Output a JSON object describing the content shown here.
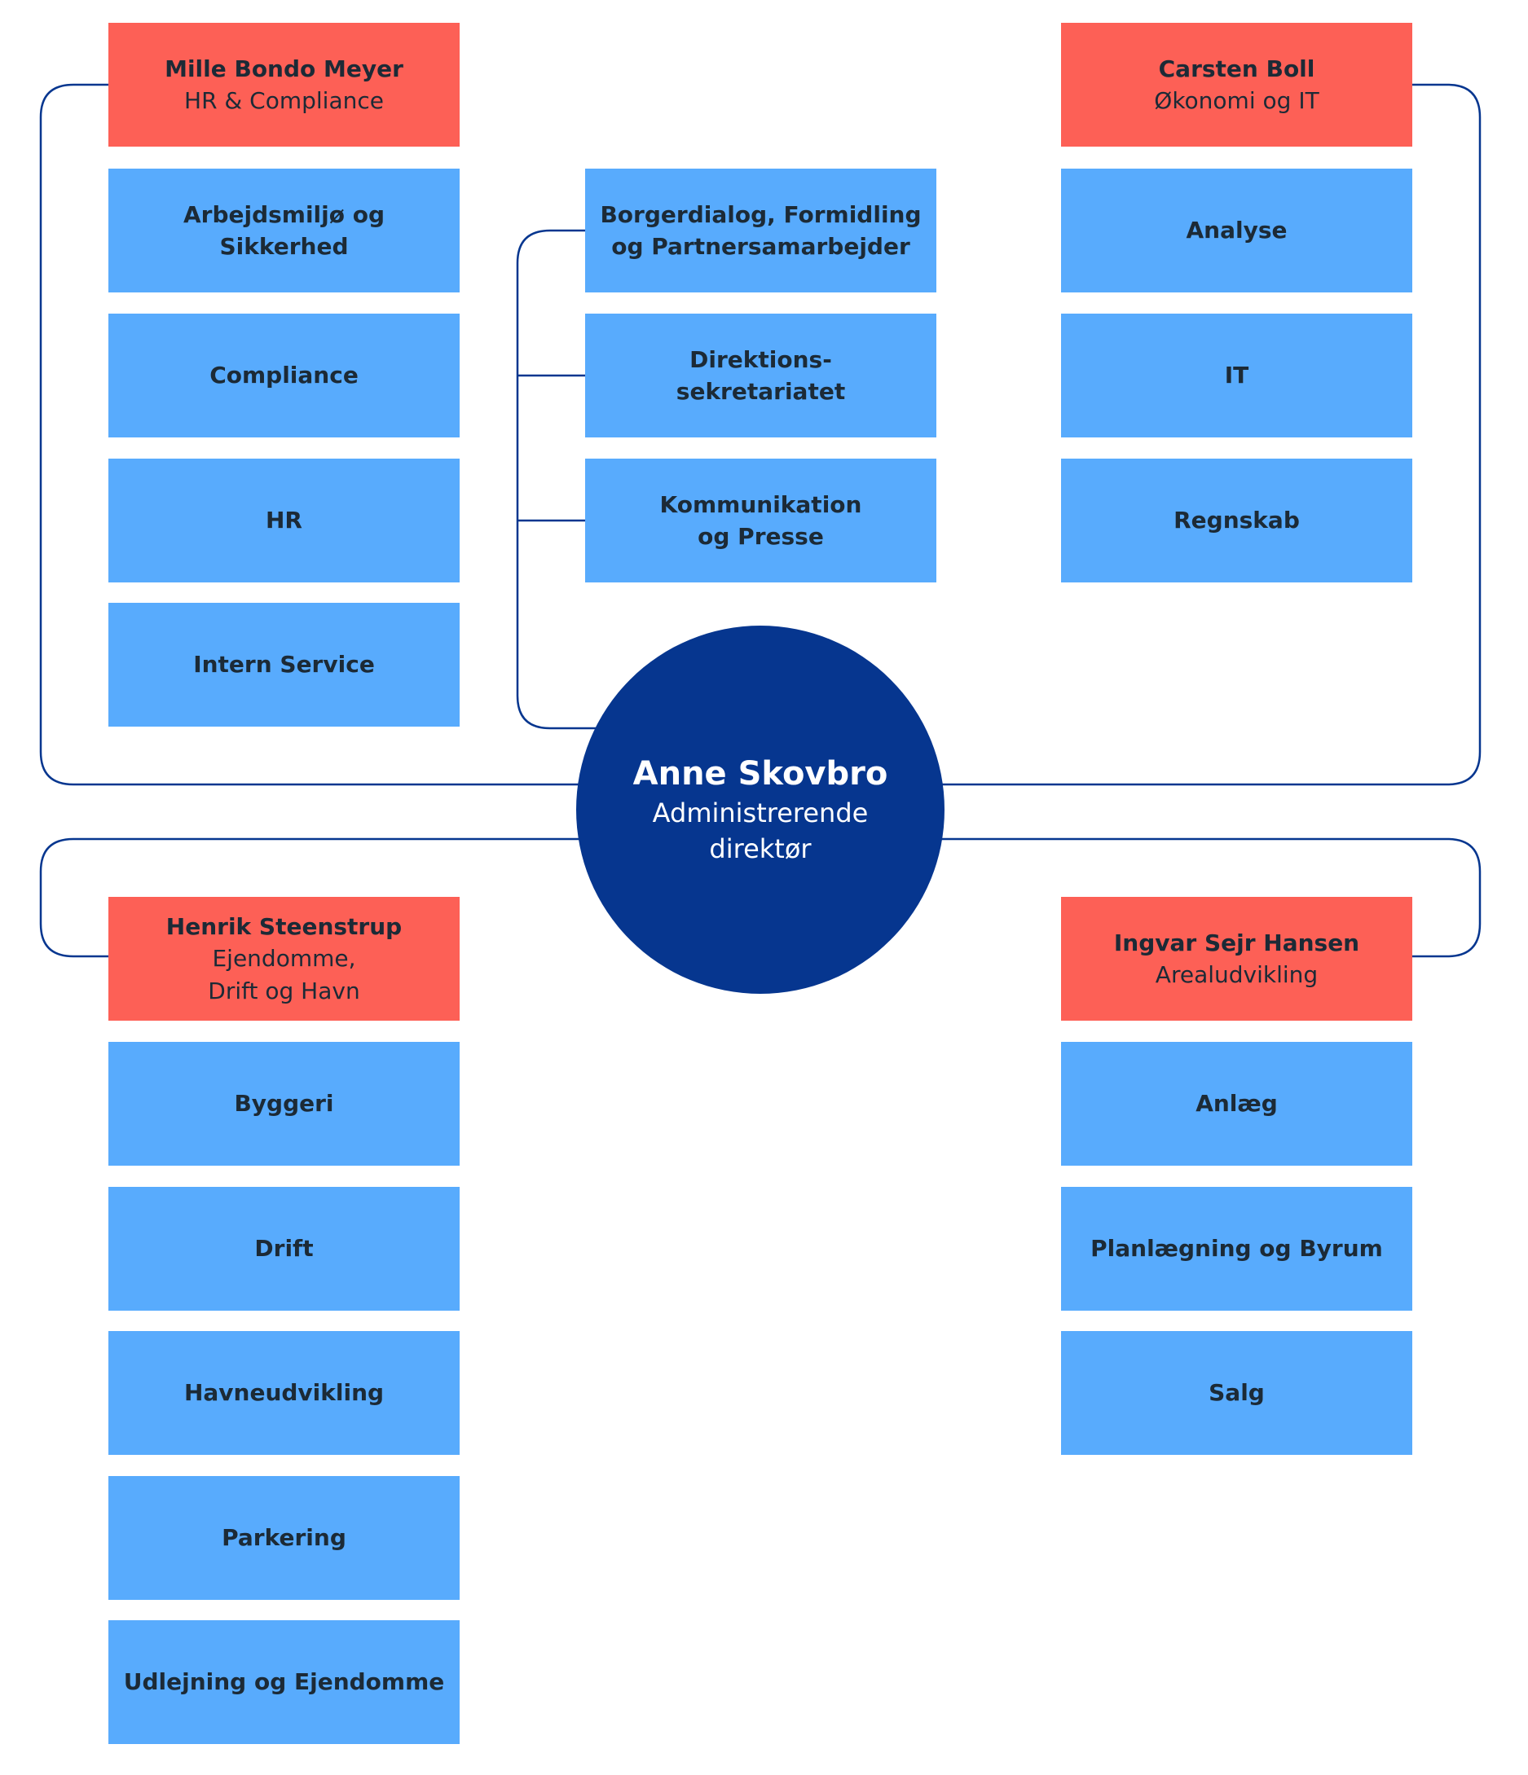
{
  "ceo": {
    "name": "Anne Skovbro",
    "role_line1": "Administrerende",
    "role_line2": "direktør"
  },
  "divisions": {
    "top_left": {
      "head_name": "Mille Bondo Meyer",
      "head_role": [
        "HR & Compliance"
      ],
      "units": [
        [
          "Arbejdsmiljø og",
          "Sikkerhed"
        ],
        [
          "Compliance"
        ],
        [
          "HR"
        ],
        [
          "Intern Service"
        ]
      ]
    },
    "center": {
      "units": [
        [
          "Borgerdialog, Formidling",
          "og Partnersamarbejder"
        ],
        [
          "Direktions-",
          "sekretariatet"
        ],
        [
          "Kommunikation",
          "og Presse"
        ]
      ]
    },
    "top_right": {
      "head_name": "Carsten Boll",
      "head_role": [
        "Økonomi og IT"
      ],
      "units": [
        [
          "Analyse"
        ],
        [
          "IT"
        ],
        [
          "Regnskab"
        ]
      ]
    },
    "bottom_left": {
      "head_name": "Henrik Steenstrup",
      "head_role": [
        "Ejendomme,",
        "Drift og Havn"
      ],
      "units": [
        [
          "Byggeri"
        ],
        [
          "Drift"
        ],
        [
          "Havneudvikling"
        ],
        [
          "Parkering"
        ],
        [
          "Udlejning og Ejendomme"
        ]
      ]
    },
    "bottom_right": {
      "head_name": "Ingvar Sejr Hansen",
      "head_role": [
        "Arealudvikling"
      ],
      "units": [
        [
          "Anlæg"
        ],
        [
          "Planlægning og Byrum"
        ],
        [
          "Salg"
        ]
      ]
    }
  },
  "colors": {
    "head_box": "#fd6056",
    "unit_box": "#58abfd",
    "ceo_circle": "#06368f",
    "connector": "#06368f",
    "text_dark": "#1c2a36",
    "text_light": "#ffffff"
  }
}
